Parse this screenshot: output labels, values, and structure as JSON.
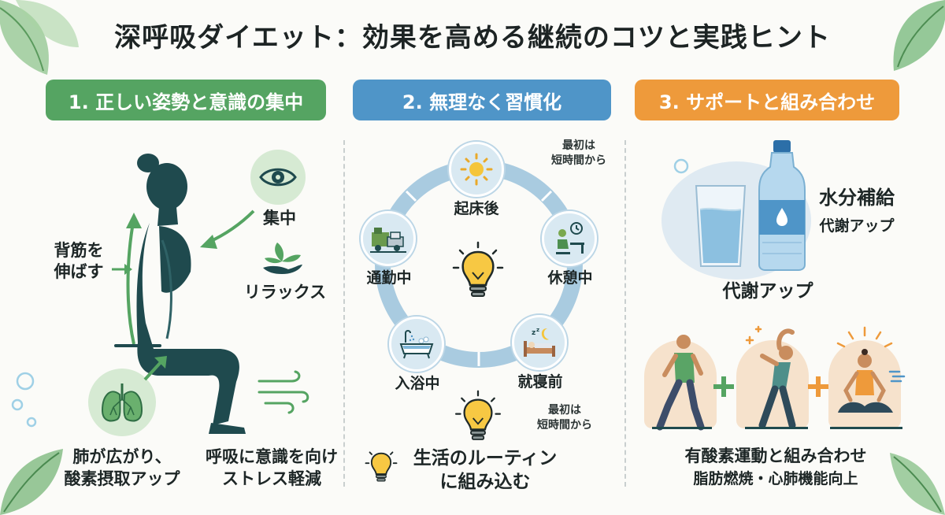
{
  "title": "深呼吸ダイエット：効果を高める継続のコツと実践ヒント",
  "colors": {
    "green": "#55a462",
    "blue": "#4f95c8",
    "orange": "#ee9a3b",
    "silhouette": "#1f4a4e",
    "ring": "#a9cbe0"
  },
  "section1": {
    "header": "1. 正しい姿勢と意識の集中",
    "stretch_line1": "背筋を",
    "stretch_line2": "伸ばす",
    "focus": "集中",
    "relax": "リラックス",
    "lungs_line1": "肺が広がり、",
    "lungs_line2": "酸素摂取アップ",
    "breath_line1": "呼吸に意識を向け",
    "breath_line2": "ストレス軽減"
  },
  "section2": {
    "header": "2. 無理なく習慣化",
    "top_note_line1": "最初は",
    "top_note_line2": "短時間から",
    "bottom_note_line1": "最初は",
    "bottom_note_line2": "短時間から",
    "nodes": {
      "wakeup": "起床後",
      "break": "休憩中",
      "bedtime": "就寝前",
      "bath": "入浴中",
      "commute": "通勤中"
    },
    "routine_line1": "生活のルーティン",
    "routine_line2": "に組み込む"
  },
  "section3": {
    "header": "3. サポートと組み合わせ",
    "hydration": "水分補給",
    "metabolism_right": "代謝アップ",
    "metabolism_center": "代謝アップ",
    "exercise_line1": "有酸素運動と組み合わせ",
    "exercise_line2": "脂肪燃焼・心肺機能向上"
  }
}
